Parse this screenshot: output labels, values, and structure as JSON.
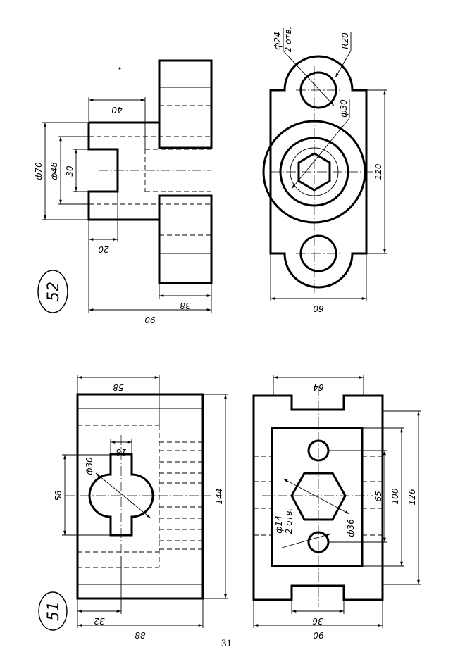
{
  "page": {
    "number": "31"
  },
  "problem_52": {
    "label": "52",
    "dims": {
      "phi70": "ф70",
      "phi48": "ф48",
      "d30": "30",
      "d40": "40",
      "d20": "20",
      "d38": "38",
      "d90": "90",
      "phi24": "ф24",
      "holes": "2 отв.",
      "r20": "R20",
      "phi30": "ф30",
      "d120": "120",
      "d60": "60"
    }
  },
  "problem_51": {
    "label": "51",
    "dims": {
      "d58_top": "58",
      "d18": "18",
      "phi30": "ф30",
      "d58_left": "58",
      "d144": "144",
      "d32": "32",
      "d88": "88",
      "d64": "64",
      "phi14": "ф14",
      "holes": "2 отв.",
      "phi36": "ф36",
      "d65": "65",
      "d100": "100",
      "d126": "126",
      "d36": "36",
      "d90": "90"
    }
  }
}
